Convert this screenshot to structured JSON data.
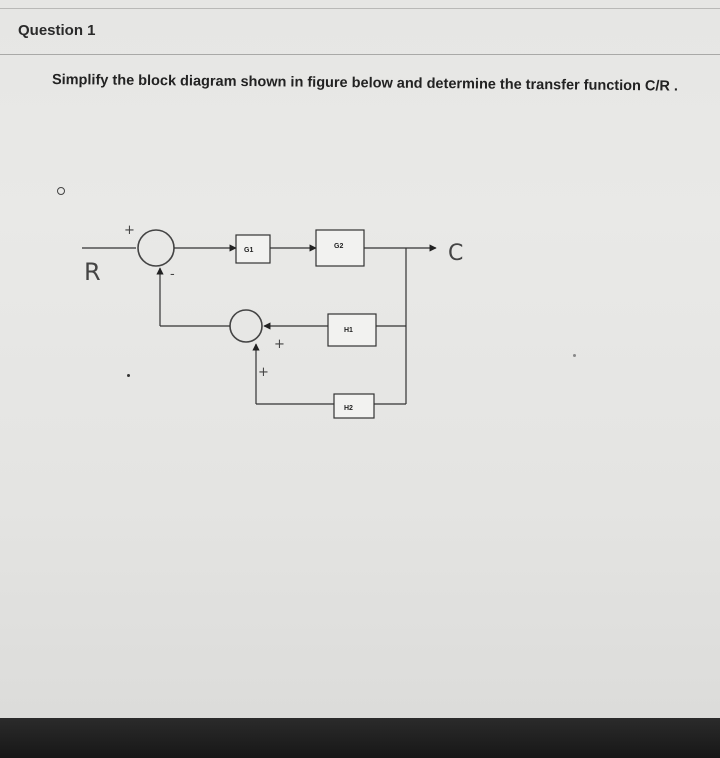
{
  "question": {
    "title": "Question 1",
    "prompt": "Simplify the block diagram shown in figure  below and determine the transfer function C/R ."
  },
  "diagram": {
    "blocks": [
      "G1",
      "G2",
      "H1",
      "H2"
    ],
    "input_label": "R",
    "output_label": "C",
    "sign_plus": "+",
    "sign_minus": "-"
  }
}
